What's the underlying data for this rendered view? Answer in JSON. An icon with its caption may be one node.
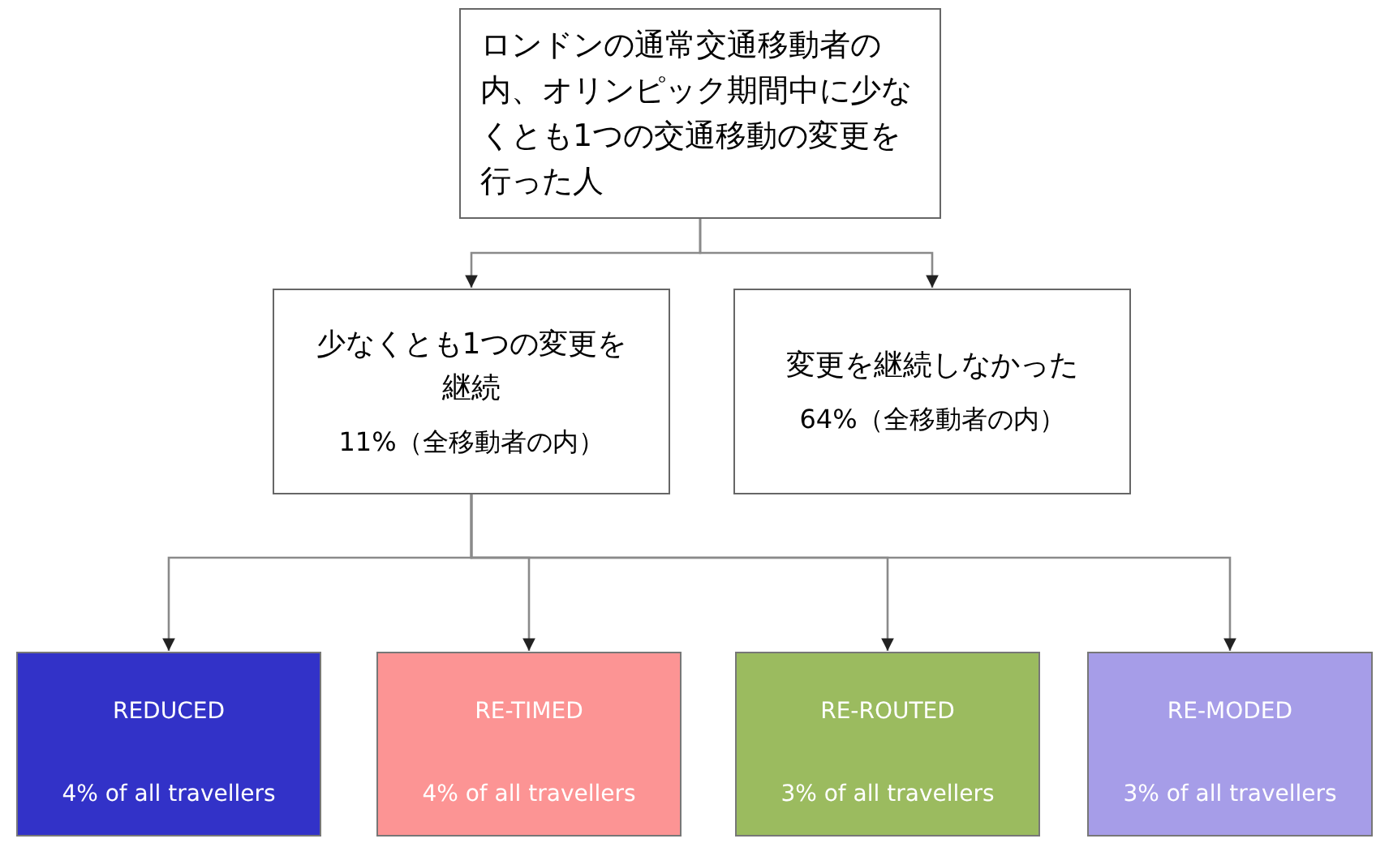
{
  "diagram": {
    "nodes": [
      {
        "text": [
          "ロンドンの通常交通移動者の内、オリンピック期間中に少なくとも1つの交通移動の変更を行った人"
        ]
      },
      {
        "text": [
          "少なくとも1つの変更を継続",
          "11%（全移動者の内）"
        ]
      },
      {
        "text": [
          "変更を継続しなかった",
          "64%（全移動者の内）"
        ]
      },
      {
        "text": [
          "REDUCED",
          "4% of all travellers"
        ]
      },
      {
        "text": [
          "RE-TIMED",
          "4% of all travellers"
        ]
      },
      {
        "text": [
          "RE-ROUTED",
          "3% of all travellers"
        ]
      },
      {
        "text": [
          "RE-MODED",
          "3% of all travellers"
        ]
      }
    ],
    "edges": [
      {
        "from": 0,
        "to": 1,
        "arrow": "to"
      },
      {
        "from": 0,
        "to": 2,
        "arrow": "to"
      },
      {
        "from": 1,
        "to": 3,
        "arrow": "to"
      },
      {
        "from": 1,
        "to": 4,
        "arrow": "to"
      },
      {
        "from": 1,
        "to": 5,
        "arrow": "to"
      },
      {
        "from": 1,
        "to": 6,
        "arrow": "to"
      }
    ]
  }
}
